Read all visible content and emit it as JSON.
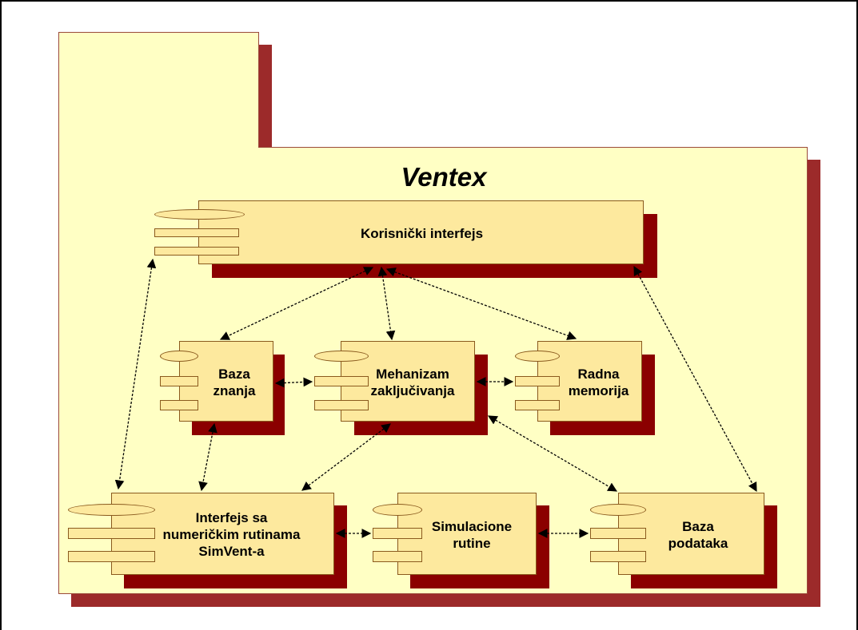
{
  "package": {
    "title": "Ventex"
  },
  "components": {
    "korisnicki_interfejs": {
      "label": "Korisnički interfejs"
    },
    "baza_znanja": {
      "label": "Baza\nznanja"
    },
    "mehanizam_zakljucivanja": {
      "label": "Mehanizam\nzaključivanja"
    },
    "radna_memorija": {
      "label": "Radna\nmemorija"
    },
    "interfejs_numericke_rutine": {
      "label": "Interfejs sa\nnumeričkim rutinama\nSimVent-a"
    },
    "simulacione_rutine": {
      "label": "Simulacione\nrutine"
    },
    "baza_podataka": {
      "label": "Baza\npodataka"
    }
  },
  "colors": {
    "package_fill": "#ffffc4",
    "package_shadow": "#9c2a2a",
    "component_fill": "#fde99e",
    "component_shadow": "#8b0000",
    "connector": "#000000"
  },
  "connections": [
    {
      "from": "korisnicki_interfejs",
      "to": "baza_znanja",
      "style": "dashed-bidirectional"
    },
    {
      "from": "korisnicki_interfejs",
      "to": "mehanizam_zakljucivanja",
      "style": "dashed-bidirectional"
    },
    {
      "from": "korisnicki_interfejs",
      "to": "radna_memorija",
      "style": "dashed-bidirectional"
    },
    {
      "from": "korisnicki_interfejs",
      "to": "baza_podataka",
      "style": "dashed-bidirectional"
    },
    {
      "from": "korisnicki_interfejs",
      "to": "interfejs_numericke_rutine",
      "style": "dashed-bidirectional"
    },
    {
      "from": "baza_znanja",
      "to": "mehanizam_zakljucivanja",
      "style": "dashed-bidirectional"
    },
    {
      "from": "mehanizam_zakljucivanja",
      "to": "radna_memorija",
      "style": "dashed-bidirectional"
    },
    {
      "from": "baza_znanja",
      "to": "interfejs_numericke_rutine",
      "style": "dashed-bidirectional"
    },
    {
      "from": "mehanizam_zakljucivanja",
      "to": "interfejs_numericke_rutine",
      "style": "dashed-bidirectional"
    },
    {
      "from": "mehanizam_zakljucivanja",
      "to": "baza_podataka",
      "style": "dashed-bidirectional"
    },
    {
      "from": "interfejs_numericke_rutine",
      "to": "simulacione_rutine",
      "style": "dashed-bidirectional"
    },
    {
      "from": "simulacione_rutine",
      "to": "baza_podataka",
      "style": "dashed-bidirectional"
    }
  ]
}
